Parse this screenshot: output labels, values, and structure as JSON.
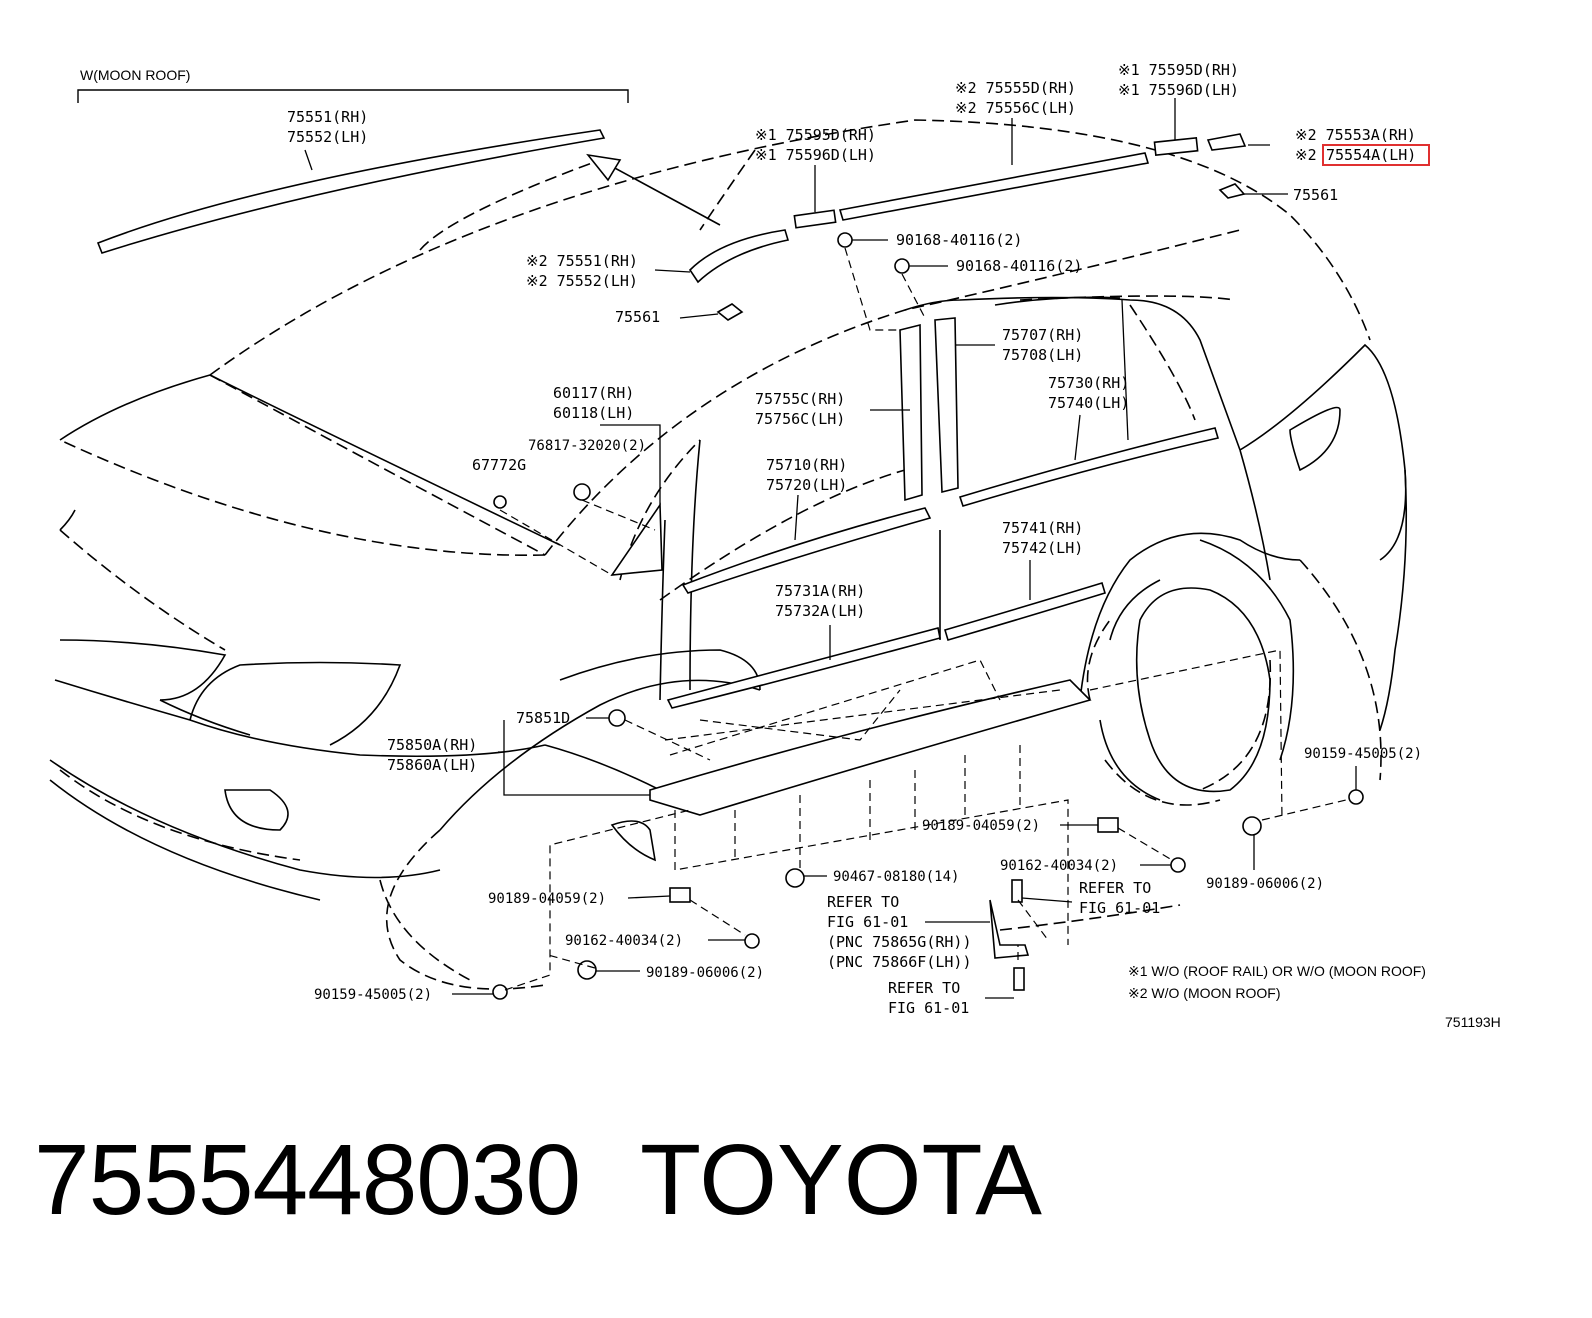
{
  "bracket_title": "W(MOON ROOF)",
  "labels": {
    "roof_top_1": "75551(RH)",
    "roof_top_2": "75552(LH)",
    "roof_mid_1": "※2 75551(RH)",
    "roof_mid_2": "※2 75552(LH)",
    "clip_75561_left": "75561",
    "cap_mid_1": "※1 75595D(RH)",
    "cap_mid_2": "※1 75596D(LH)",
    "rail_1": "※2 75555D(RH)",
    "rail_2": "※2 75556C(LH)",
    "cap_top_1": "※1 75595D(RH)",
    "cap_top_2": "※1 75596D(LH)",
    "end_1": "※2 75553A(RH)",
    "end_2_prefix": "※2 ",
    "end_2": "75554A(LH)",
    "clip_75561_right": "75561",
    "nut_1": "90168-40116(2)",
    "nut_2": "90168-40116(2)",
    "pillar_rear_1": "75707(RH)",
    "pillar_rear_2": "75708(LH)",
    "pillar_front_1": "75755C(RH)",
    "pillar_front_2": "75756C(LH)",
    "belt_rear_1": "75730(RH)",
    "belt_rear_2": "75740(LH)",
    "garnish_1": "60117(RH)",
    "garnish_2": "60118(LH)",
    "clip_76817": "76817-32020(2)",
    "clip_67772": "67772G",
    "belt_front_1": "75710(RH)",
    "belt_front_2": "75720(LH)",
    "door_rear_1": "75741(RH)",
    "door_rear_2": "75742(LH)",
    "door_front_1": "75731A(RH)",
    "door_front_2": "75732A(LH)",
    "sill_clip": "75851D",
    "sill_1": "75850A(RH)",
    "sill_2": "75860A(LH)",
    "screw_right": "90159-45005(2)",
    "nut_right": "90189-04059(2)",
    "screw_mid_right": "90162-40034(2)",
    "clip_right": "90189-06006(2)",
    "clip_90467": "90467-08180(14)",
    "refer_1a": "REFER TO",
    "refer_1b": "FIG 61-01",
    "refer_1c": "(PNC 75865G(RH))",
    "refer_1d": "(PNC 75866F(LH))",
    "refer_2a": "REFER TO",
    "refer_2b": "FIG 61-01",
    "refer_3a": "REFER TO",
    "refer_3b": "FIG 61-01",
    "nut_left": "90189-04059(2)",
    "screw_mid_left": "90162-40034(2)",
    "clip_left": "90189-06006(2)",
    "screw_left": "90159-45005(2)"
  },
  "notes": {
    "note_1": "※1 W/O (ROOF RAIL) OR W/O (MOON ROOF)",
    "note_2": "※2 W/O (MOON ROOF)"
  },
  "figure_id": "751193H",
  "part_number": "7555448030",
  "brand": "TOYOTA",
  "highlight_color": "#e03030"
}
